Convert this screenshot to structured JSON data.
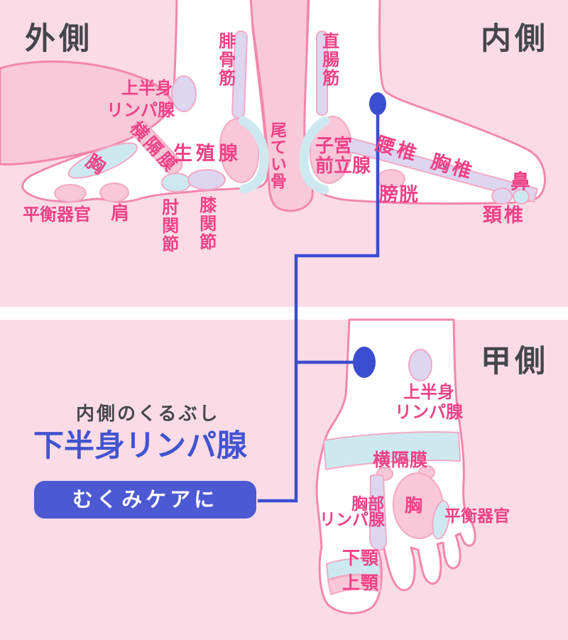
{
  "colors": {
    "background_pink": "#fbdce6",
    "silhouette_pink": "#f8c9d9",
    "foot_white": "#ffffff",
    "outline_pink": "#f287ae",
    "zone_pink": "#f9c7d8",
    "zone_blue": "#cde9ef",
    "zone_purple": "#ded5f0",
    "label_pink": "#ef4287",
    "label_dark": "#45464c",
    "accent_blue": "#4254cf",
    "button_blue": "#4c59d3",
    "line_blue": "#3b4dd1"
  },
  "top_section": {
    "side_label_left": "外側",
    "side_label_right": "内側",
    "zones": {
      "fibula_muscle": "腓骨筋",
      "rectal_muscle": "直腸筋",
      "upper_body_lymph_line1": "上半身",
      "upper_body_lymph_line2": "リンパ腺",
      "diaphragm": "横隔膜",
      "chest": "胸",
      "gonad": "生殖腺",
      "tailbone": "尾てい骨",
      "uterus_prostate_line1": "子宮",
      "uterus_prostate_line2": "前立腺",
      "lumbar_spine": "腰椎",
      "thoracic_spine": "胸椎",
      "nose": "鼻",
      "bladder": "膀胱",
      "cervical_spine": "頚椎",
      "balance_organ": "平衡器官",
      "shoulder": "肩",
      "elbow_joint": "肘関節",
      "knee_joint": "膝関節"
    }
  },
  "bottom_section": {
    "side_label": "甲側",
    "zones": {
      "upper_body_lymph_line1": "上半身",
      "upper_body_lymph_line2": "リンパ腺",
      "diaphragm": "横隔膜",
      "chest_lymph_line1": "胸部",
      "chest_lymph_line2": "リンパ腺",
      "chest": "胸",
      "balance_organ": "平衡器官",
      "lower_jaw": "下顎",
      "upper_jaw": "上顎"
    },
    "callout": {
      "location": "内側のくるぶし",
      "point_name": "下半身リンパ腺",
      "benefit": "むくみケアに"
    }
  }
}
